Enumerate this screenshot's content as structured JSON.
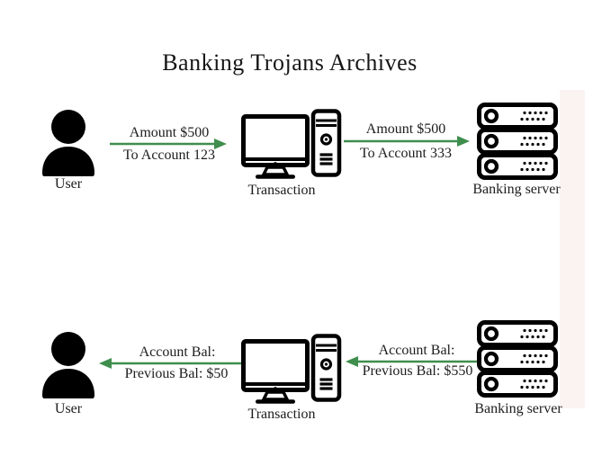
{
  "title": "Banking Trojans Archives",
  "colors": {
    "arrow_green": "#3f8e4d",
    "icon_black": "#000000",
    "text": "#1d1d1d",
    "background": "#ffffff",
    "side_strip": "#faf3f2"
  },
  "icons": {
    "user": "person-silhouette-icon",
    "transaction": "desktop-computer-with-tower-icon",
    "server": "server-rack-stack-icon",
    "arrow": "green-arrow-icon"
  },
  "flows": {
    "top": {
      "user_label": "User",
      "transaction_label": "Transaction",
      "server_label": "Banking server",
      "arrow1": {
        "direction": "right",
        "line1": "Amount $500",
        "line2": "To Account 123"
      },
      "arrow2": {
        "direction": "right",
        "line1": "Amount $500",
        "line2": "To Account 333"
      }
    },
    "bottom": {
      "user_label": "User",
      "transaction_label": "Transaction",
      "server_label": "Banking server",
      "arrow1": {
        "direction": "left",
        "line1": "Account Bal:",
        "line2": "Previous Bal: $50"
      },
      "arrow2": {
        "direction": "left",
        "line1": "Account Bal:",
        "line2": "Previous Bal: $550"
      }
    }
  }
}
